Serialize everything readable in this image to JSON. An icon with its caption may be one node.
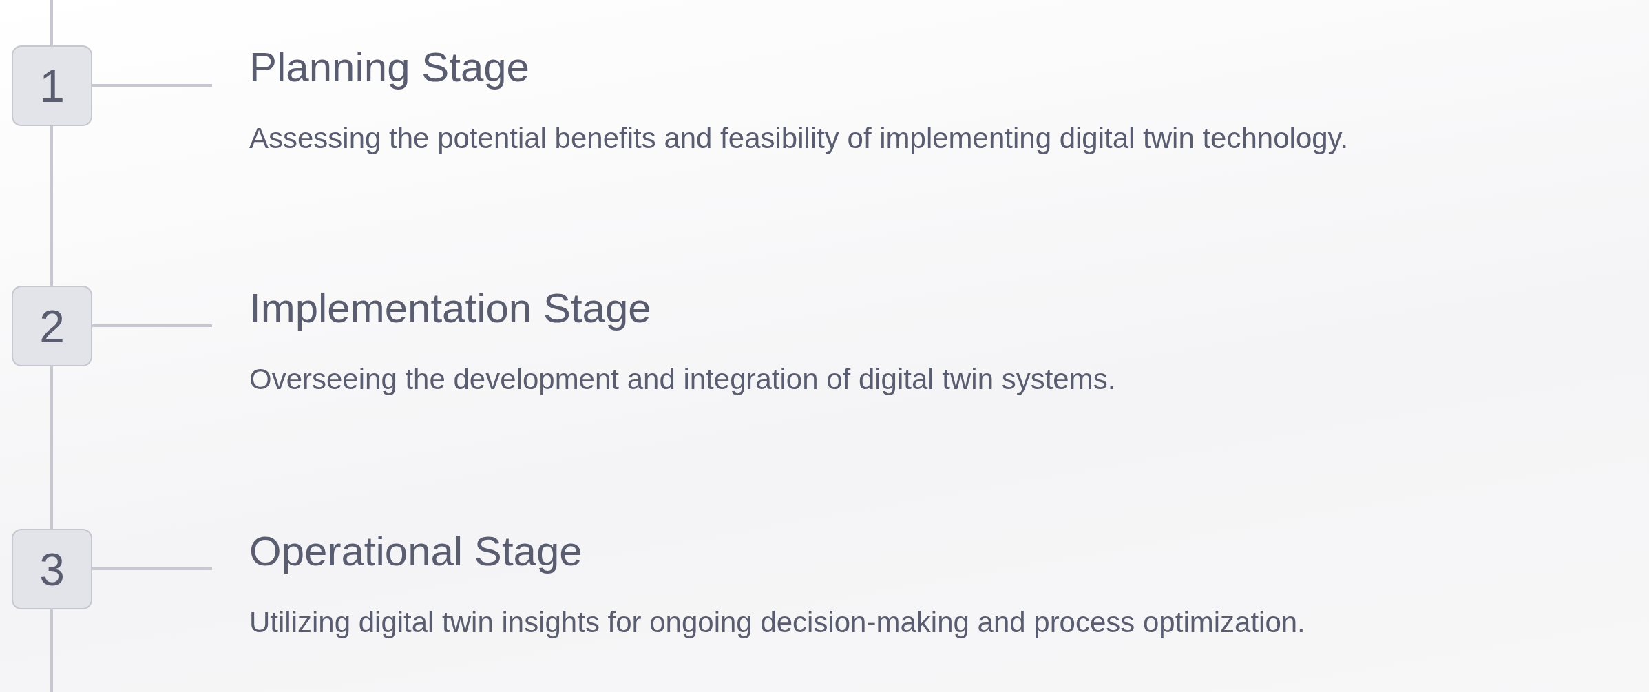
{
  "diagram": {
    "nodes": [
      {
        "text": [
          "1"
        ]
      },
      {
        "text": [
          "Planning Stage",
          "Assessing the potential benefits and feasibility of implementing digital twin technology."
        ]
      },
      {
        "text": [
          "2"
        ]
      },
      {
        "text": [
          "Implementation Stage",
          "Overseeing the development and integration of digital twin systems."
        ]
      },
      {
        "text": [
          "3"
        ]
      },
      {
        "text": [
          "Operational Stage",
          "Utilizing digital twin insights for ongoing decision-making and process optimization."
        ]
      }
    ],
    "edges": [
      {
        "from": null,
        "to": 0,
        "arrow": "none"
      },
      {
        "from": 0,
        "to": 1,
        "arrow": "none"
      },
      {
        "from": 0,
        "to": 2,
        "arrow": "none"
      },
      {
        "from": 2,
        "to": 3,
        "arrow": "none"
      },
      {
        "from": 2,
        "to": 4,
        "arrow": "none"
      },
      {
        "from": 4,
        "to": 5,
        "arrow": "none"
      },
      {
        "from": 4,
        "to": null,
        "arrow": "none"
      }
    ]
  }
}
